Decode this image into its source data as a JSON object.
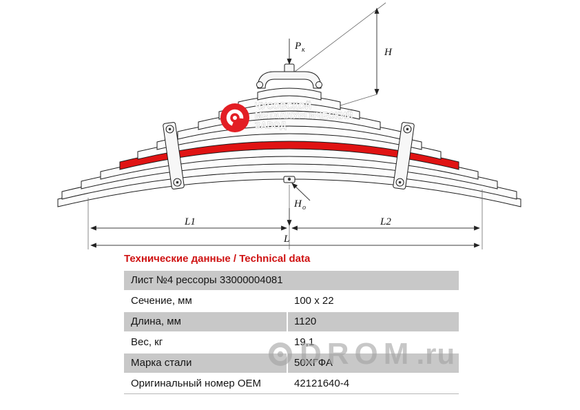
{
  "diagram": {
    "highlight_color": "#e01313",
    "labels": {
      "force_main": "P",
      "force_sub": "к",
      "height": "H",
      "arc_main": "H",
      "arc_sub": "о",
      "l1": "L1",
      "l2": "L2",
      "l": "L"
    },
    "logo": {
      "line1": "ЧУСОВСКОЙ",
      "line2": "МЕТАЛЛУРГИЧЕСКИЙ",
      "line3": "ЗАВОД"
    }
  },
  "watermark": {
    "name": "DROM",
    "tld": ".ru"
  },
  "table": {
    "title": "Технические данные / Technical data",
    "header": "Лист №4 рессоры 33000004081",
    "rows": [
      {
        "label": "Сечение, мм",
        "value": "100 x 22"
      },
      {
        "label": "Длина, мм",
        "value": "1120"
      },
      {
        "label": "Вес, кг",
        "value": "19,1"
      },
      {
        "label": "Марка стали",
        "value": "50ХГФА"
      },
      {
        "label": "Оригинальный номер OEM",
        "value": "42121640-4"
      }
    ]
  }
}
